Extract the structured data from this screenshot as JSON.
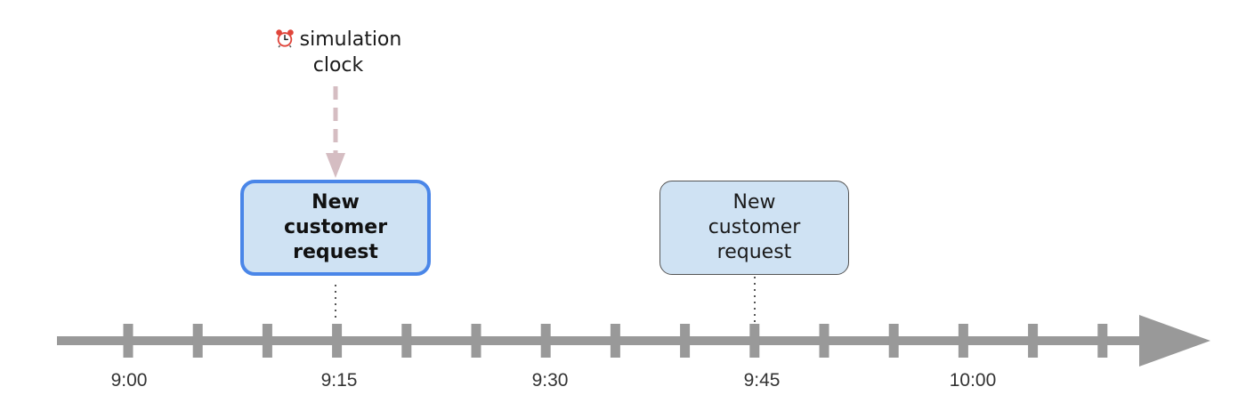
{
  "clock": {
    "label_line1": "simulation",
    "label_line2": "clock",
    "icon": "alarm-clock-icon"
  },
  "events": [
    {
      "line1": "New",
      "line2": "customer",
      "line3": "request",
      "time": "9:15",
      "active": true
    },
    {
      "line1": "New",
      "line2": "customer",
      "line3": "request",
      "time": "9:45",
      "active": false
    }
  ],
  "timeline": {
    "tick_labels": [
      "9:00",
      "9:15",
      "9:30",
      "9:45",
      "10:00"
    ],
    "tick_interval_minutes": 5
  },
  "colors": {
    "axis": "#999999",
    "box_fill": "#cfe2f3",
    "active_border": "#4a86e8",
    "clock_arrow": "#d5bdc2"
  }
}
